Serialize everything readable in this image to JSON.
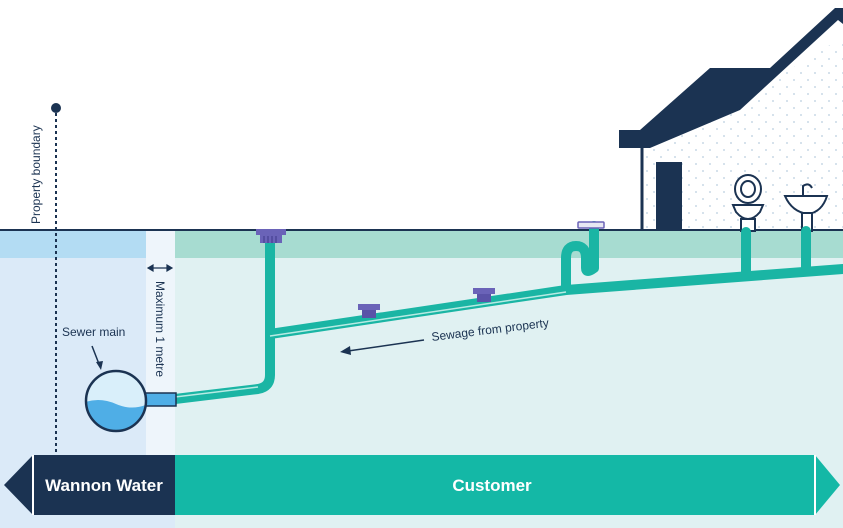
{
  "labels": {
    "property_boundary": "Property boundary",
    "maximum_distance": "Maximum 1 metre",
    "sewer_main": "Sewer main",
    "sewage_flow": "Sewage from property"
  },
  "responsibility_bar": {
    "left_label": "Wannon Water",
    "right_label": "Customer"
  },
  "colors": {
    "navy": "#1b3352",
    "teal": "#14b8a6",
    "pipe": "#1ab5a4",
    "ground_band": "#a7dcd1",
    "soil": "#e0f1f2",
    "wannon_zone": "#dbeaf8",
    "wannon_band": "#b3dcf3",
    "fitting": "#6a63b8",
    "sewer_water": "#4faee6"
  },
  "icons": [
    "house-icon",
    "toilet-icon",
    "basin-icon",
    "inspection-cap-icon",
    "arrow-left-icon",
    "arrow-right-icon"
  ]
}
